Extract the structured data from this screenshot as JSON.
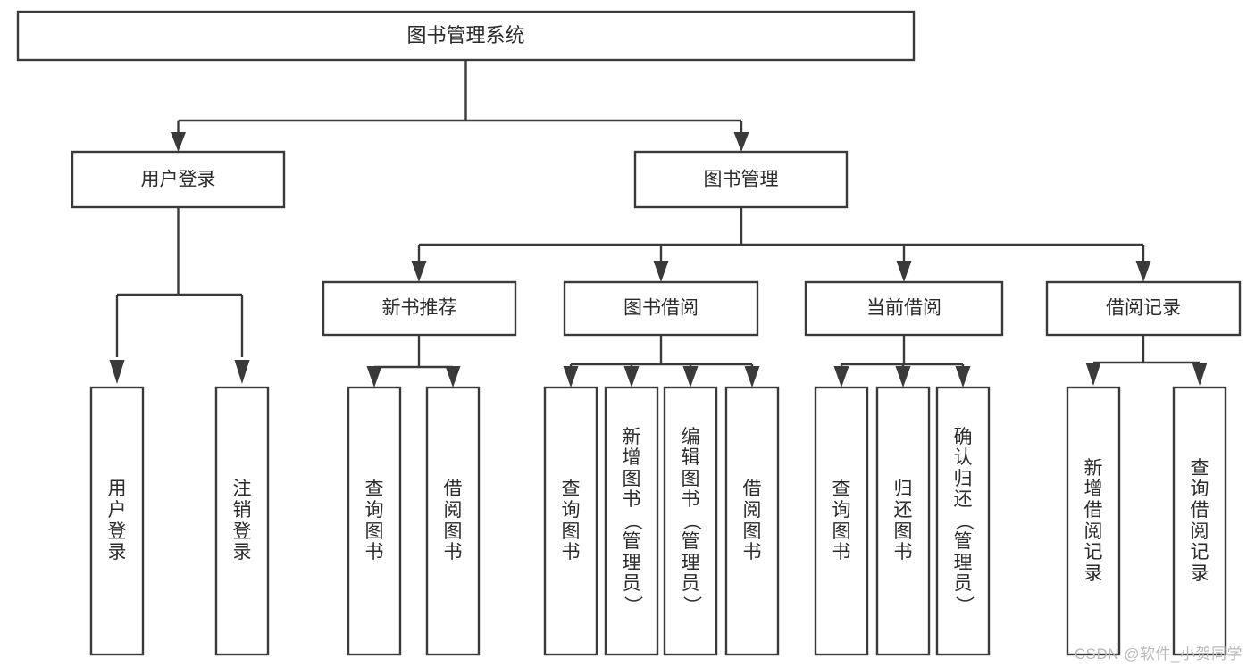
{
  "diagram": {
    "type": "tree",
    "title": "图书管理系统",
    "watermark": "CSDN @软件_小贺同学",
    "levels": {
      "root": {
        "label": "图书管理系统"
      },
      "level2": [
        {
          "id": "user-login",
          "label": "用户登录"
        },
        {
          "id": "book-management",
          "label": "图书管理"
        }
      ],
      "level3": [
        {
          "id": "new-book-recommend",
          "label": "新书推荐",
          "parent": "book-management"
        },
        {
          "id": "book-borrow",
          "label": "图书借阅",
          "parent": "book-management"
        },
        {
          "id": "current-borrow",
          "label": "当前借阅",
          "parent": "book-management"
        },
        {
          "id": "borrow-record",
          "label": "借阅记录",
          "parent": "book-management"
        }
      ],
      "leaves": [
        {
          "id": "leaf-user-login",
          "label": "用户登录",
          "parent": "user-login"
        },
        {
          "id": "leaf-logout-login",
          "label": "注销登录",
          "parent": "user-login"
        },
        {
          "id": "leaf-query-book-1",
          "label": "查询图书",
          "parent": "new-book-recommend"
        },
        {
          "id": "leaf-borrow-book-1",
          "label": "借阅图书",
          "parent": "new-book-recommend"
        },
        {
          "id": "leaf-query-book-2",
          "label": "查询图书",
          "parent": "book-borrow"
        },
        {
          "id": "leaf-add-book",
          "label": "新增图书（管理员）",
          "parent": "book-borrow"
        },
        {
          "id": "leaf-edit-book",
          "label": "编辑图书（管理员）",
          "parent": "book-borrow"
        },
        {
          "id": "leaf-borrow-book-2",
          "label": "借阅图书",
          "parent": "book-borrow"
        },
        {
          "id": "leaf-query-book-3",
          "label": "查询图书",
          "parent": "current-borrow"
        },
        {
          "id": "leaf-return-book",
          "label": "归还图书",
          "parent": "current-borrow"
        },
        {
          "id": "leaf-confirm-return",
          "label": "确认归还（管理员）",
          "parent": "current-borrow"
        },
        {
          "id": "leaf-add-record",
          "label": "新增借阅记录",
          "parent": "borrow-record"
        },
        {
          "id": "leaf-query-record",
          "label": "查询借阅记录",
          "parent": "borrow-record"
        }
      ]
    },
    "colors": {
      "stroke": "#3a3a3a",
      "box_fill": "#ffffff",
      "text": "#2b2b2b",
      "watermark": "#b9b9b9",
      "background": "#ffffff"
    }
  }
}
